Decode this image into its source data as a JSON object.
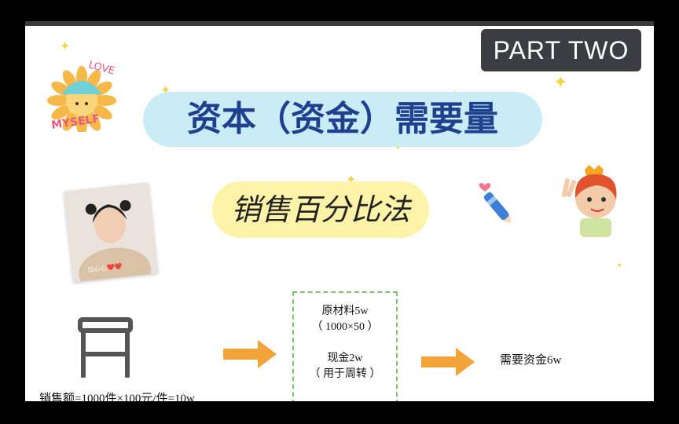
{
  "slide": {
    "badge": "PART  TWO",
    "title": "资本（资金）需要量",
    "subtitle": "销售百分比法",
    "photo_caption": "比心心❤️❤️",
    "logo_text": [
      "LOVE",
      "MYSELF"
    ],
    "sales_line": "销售额=1000件×100元/件=10w",
    "box_lines": [
      "原材料5w",
      "（ 1000×50 ）",
      "现金2w",
      "（ 用于周转 ）"
    ],
    "result": "需要资金6w"
  },
  "colors": {
    "title_highlight": "#c9ecf7",
    "subtitle_highlight": "#fdf3a8",
    "arrow": "#f2a33a",
    "dashed_border": "#7cc56a",
    "badge_bg": "#3b3d42"
  },
  "icons": [
    "sunflower-logo",
    "selfie-photo",
    "pen-heart-icon",
    "peace-girl-sticker",
    "desk-icon",
    "right-arrow-icon"
  ]
}
